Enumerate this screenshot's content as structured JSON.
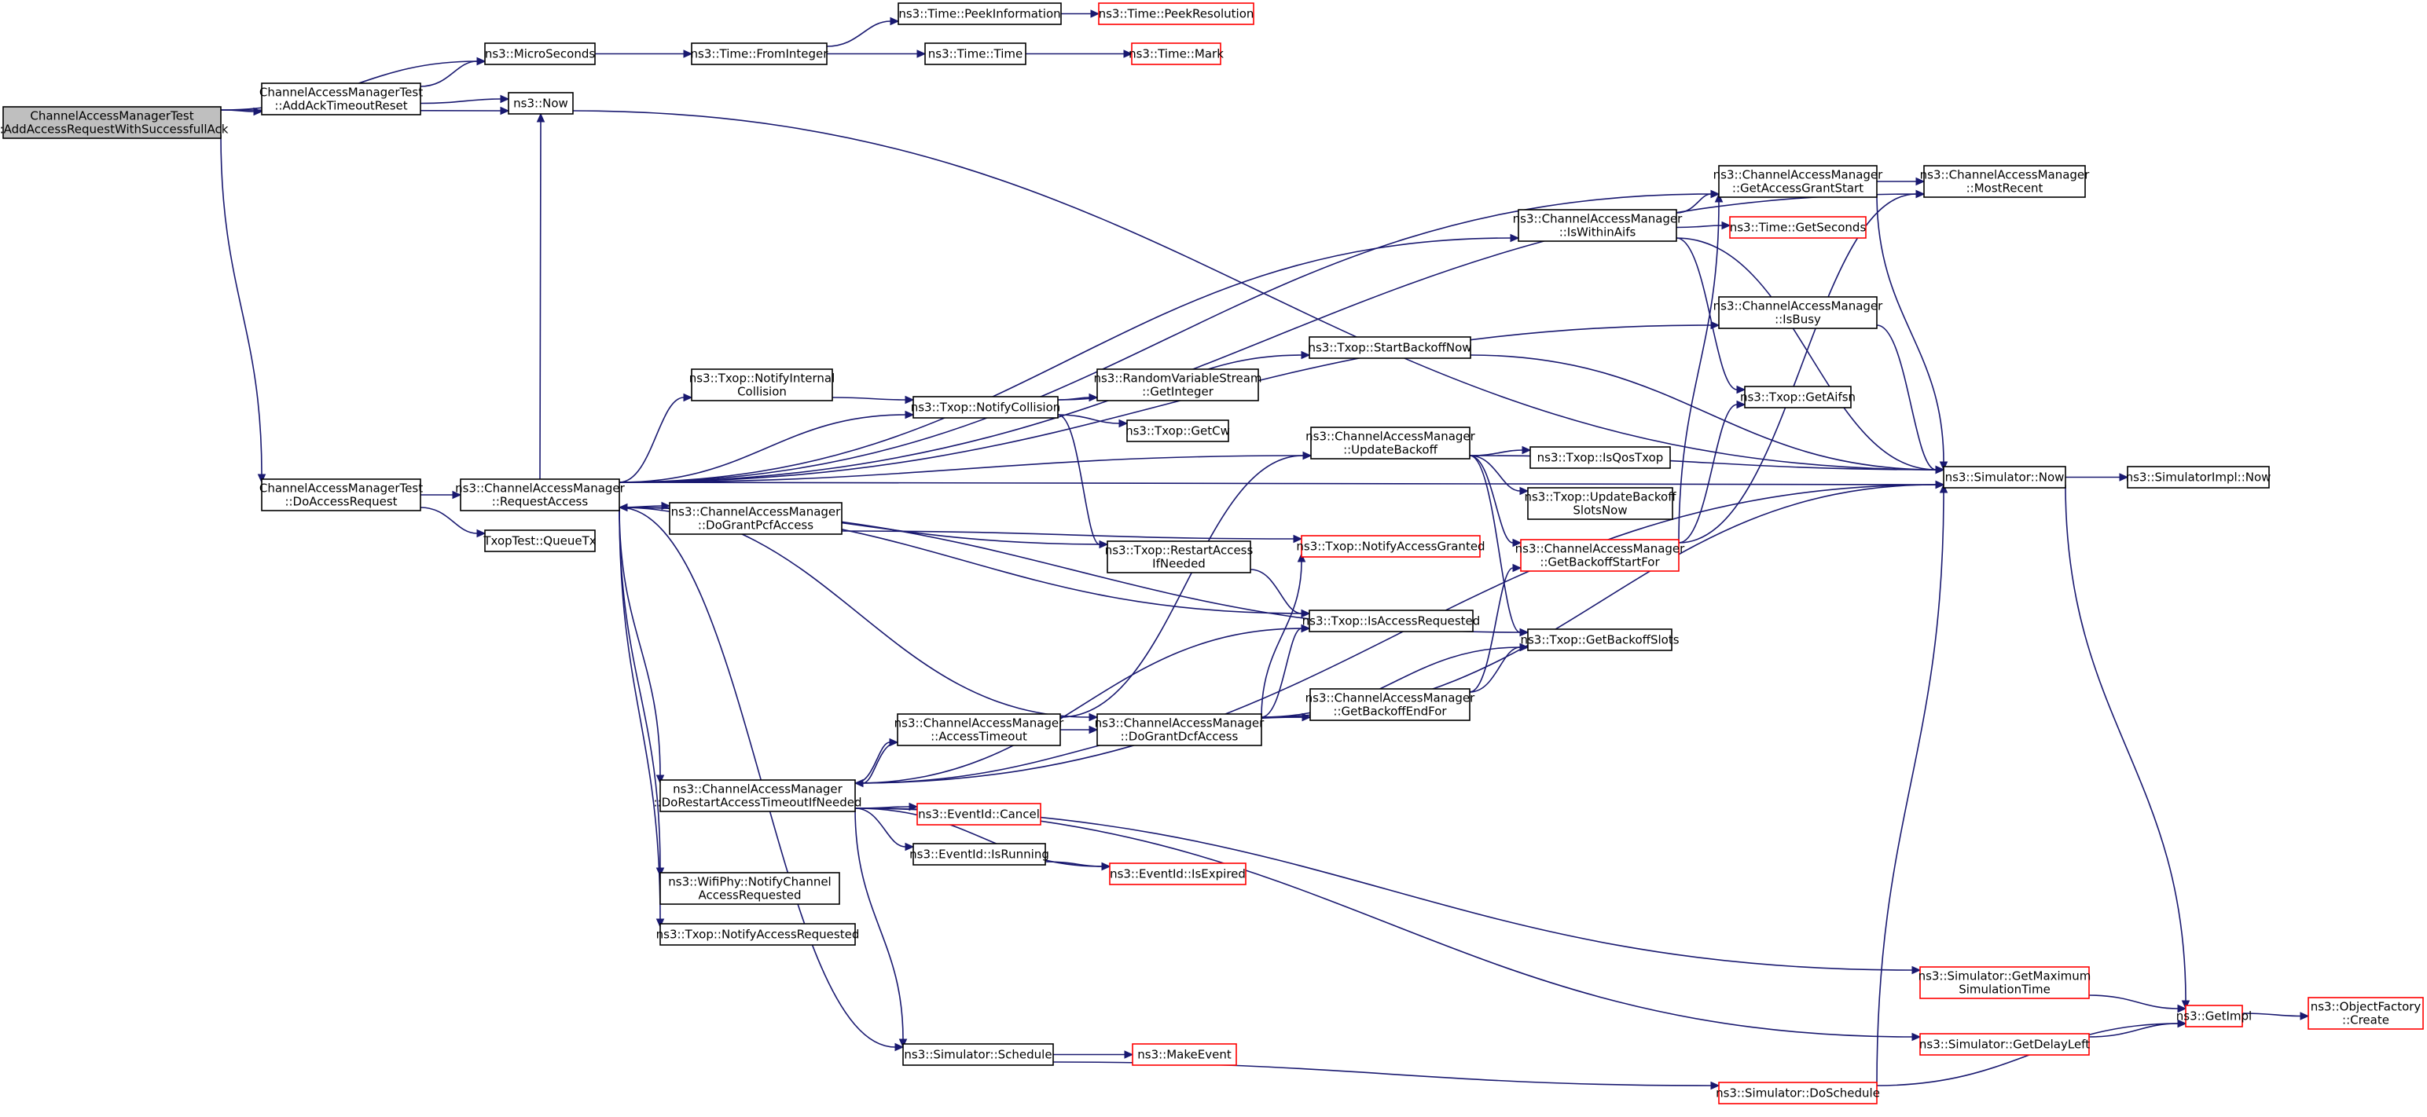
{
  "graph": {
    "root": "root",
    "nodes": [
      {
        "id": "root",
        "lines": [
          "ChannelAccessManagerTest",
          "::AddAccessRequestWithSuccessfullAck"
        ],
        "style": "root"
      },
      {
        "id": "addAck",
        "lines": [
          "ChannelAccessManagerTest",
          "::AddAckTimeoutReset"
        ],
        "style": "normal"
      },
      {
        "id": "doAccess",
        "lines": [
          "ChannelAccessManagerTest",
          "::DoAccessRequest"
        ],
        "style": "normal"
      },
      {
        "id": "micro",
        "lines": [
          "ns3::MicroSeconds"
        ],
        "style": "normal"
      },
      {
        "id": "now",
        "lines": [
          "ns3::Now"
        ],
        "style": "normal"
      },
      {
        "id": "fromInt",
        "lines": [
          "ns3::Time::FromInteger"
        ],
        "style": "normal"
      },
      {
        "id": "peekInfo",
        "lines": [
          "ns3::Time::PeekInformation"
        ],
        "style": "normal"
      },
      {
        "id": "peekRes",
        "lines": [
          "ns3::Time::PeekResolution"
        ],
        "style": "truncated"
      },
      {
        "id": "timeTime",
        "lines": [
          "ns3::Time::Time"
        ],
        "style": "normal"
      },
      {
        "id": "timeMark",
        "lines": [
          "ns3::Time::Mark"
        ],
        "style": "truncated"
      },
      {
        "id": "reqAccess",
        "lines": [
          "ns3::ChannelAccessManager",
          "::RequestAccess"
        ],
        "style": "normal"
      },
      {
        "id": "queueTx",
        "lines": [
          "TxopTest::QueueTx"
        ],
        "style": "normal"
      },
      {
        "id": "notifyIntColl",
        "lines": [
          "ns3::Txop::NotifyInternal",
          "Collision"
        ],
        "style": "normal"
      },
      {
        "id": "notifyColl",
        "lines": [
          "ns3::Txop::NotifyCollision"
        ],
        "style": "normal"
      },
      {
        "id": "randVar",
        "lines": [
          "ns3::RandomVariableStream",
          "::GetInteger"
        ],
        "style": "normal"
      },
      {
        "id": "getCw",
        "lines": [
          "ns3::Txop::GetCw"
        ],
        "style": "normal"
      },
      {
        "id": "startBackoff",
        "lines": [
          "ns3::Txop::StartBackoffNow"
        ],
        "style": "normal"
      },
      {
        "id": "doGrantPcf",
        "lines": [
          "ns3::ChannelAccessManager",
          "::DoGrantPcfAccess"
        ],
        "style": "normal"
      },
      {
        "id": "restartAccess",
        "lines": [
          "ns3::Txop::RestartAccess",
          "IfNeeded"
        ],
        "style": "normal"
      },
      {
        "id": "updateBackoff",
        "lines": [
          "ns3::ChannelAccessManager",
          "::UpdateBackoff"
        ],
        "style": "normal"
      },
      {
        "id": "isQos",
        "lines": [
          "ns3::Txop::IsQosTxop"
        ],
        "style": "normal"
      },
      {
        "id": "updBackSlots",
        "lines": [
          "ns3::Txop::UpdateBackoff",
          "SlotsNow"
        ],
        "style": "normal"
      },
      {
        "id": "getBackStart",
        "lines": [
          "ns3::ChannelAccessManager",
          "::GetBackoffStartFor"
        ],
        "style": "truncated"
      },
      {
        "id": "notifyGranted",
        "lines": [
          "ns3::Txop::NotifyAccessGranted"
        ],
        "style": "truncated"
      },
      {
        "id": "isAccReq",
        "lines": [
          "ns3::Txop::IsAccessRequested"
        ],
        "style": "normal"
      },
      {
        "id": "getBackSlots",
        "lines": [
          "ns3::Txop::GetBackoffSlots"
        ],
        "style": "normal"
      },
      {
        "id": "getAGS",
        "lines": [
          "ns3::ChannelAccessManager",
          "::GetAccessGrantStart"
        ],
        "style": "normal"
      },
      {
        "id": "mostRecent",
        "lines": [
          "ns3::ChannelAccessManager",
          "::MostRecent"
        ],
        "style": "normal"
      },
      {
        "id": "isWithin",
        "lines": [
          "ns3::ChannelAccessManager",
          "::IsWithinAifs"
        ],
        "style": "normal"
      },
      {
        "id": "getSec",
        "lines": [
          "ns3::Time::GetSeconds"
        ],
        "style": "truncated"
      },
      {
        "id": "isBusy",
        "lines": [
          "ns3::ChannelAccessManager",
          "::IsBusy"
        ],
        "style": "normal"
      },
      {
        "id": "getAifsn",
        "lines": [
          "ns3::Txop::GetAifsn"
        ],
        "style": "normal"
      },
      {
        "id": "simNow",
        "lines": [
          "ns3::Simulator::Now"
        ],
        "style": "normal"
      },
      {
        "id": "simImplNow",
        "lines": [
          "ns3::SimulatorImpl::Now"
        ],
        "style": "normal"
      },
      {
        "id": "accTimeout",
        "lines": [
          "ns3::ChannelAccessManager",
          "::AccessTimeout"
        ],
        "style": "normal"
      },
      {
        "id": "doGrantDcf",
        "lines": [
          "ns3::ChannelAccessManager",
          "::DoGrantDcfAccess"
        ],
        "style": "normal"
      },
      {
        "id": "getBackEnd",
        "lines": [
          "ns3::ChannelAccessManager",
          "::GetBackoffEndFor"
        ],
        "style": "normal"
      },
      {
        "id": "doRestart",
        "lines": [
          "ns3::ChannelAccessManager",
          "::DoRestartAccessTimeoutIfNeeded"
        ],
        "style": "normal"
      },
      {
        "id": "evCancel",
        "lines": [
          "ns3::EventId::Cancel"
        ],
        "style": "truncated"
      },
      {
        "id": "evRunning",
        "lines": [
          "ns3::EventId::IsRunning"
        ],
        "style": "normal"
      },
      {
        "id": "evExpired",
        "lines": [
          "ns3::EventId::IsExpired"
        ],
        "style": "truncated"
      },
      {
        "id": "wifiPhy",
        "lines": [
          "ns3::WifiPhy::NotifyChannel",
          "AccessRequested"
        ],
        "style": "normal"
      },
      {
        "id": "txopNotifyReq",
        "lines": [
          "ns3::Txop::NotifyAccessRequested"
        ],
        "style": "normal"
      },
      {
        "id": "simSchedule",
        "lines": [
          "ns3::Simulator::Schedule"
        ],
        "style": "normal"
      },
      {
        "id": "makeEvent",
        "lines": [
          "ns3::MakeEvent"
        ],
        "style": "truncated"
      },
      {
        "id": "simMaxTime",
        "lines": [
          "ns3::Simulator::GetMaximum",
          "SimulationTime"
        ],
        "style": "truncated"
      },
      {
        "id": "simDelay",
        "lines": [
          "ns3::Simulator::GetDelayLeft"
        ],
        "style": "truncated"
      },
      {
        "id": "simDoSched",
        "lines": [
          "ns3::Simulator::DoSchedule"
        ],
        "style": "truncated"
      },
      {
        "id": "getImpl",
        "lines": [
          "ns3::GetImpl"
        ],
        "style": "truncated"
      },
      {
        "id": "objFactory",
        "lines": [
          "ns3::ObjectFactory",
          "::Create"
        ],
        "style": "truncated"
      }
    ],
    "edges": [
      [
        "root",
        "micro"
      ],
      [
        "root",
        "addAck"
      ],
      [
        "root",
        "now"
      ],
      [
        "root",
        "doAccess"
      ],
      [
        "addAck",
        "micro"
      ],
      [
        "addAck",
        "now"
      ],
      [
        "micro",
        "fromInt"
      ],
      [
        "fromInt",
        "peekInfo"
      ],
      [
        "fromInt",
        "timeTime"
      ],
      [
        "peekInfo",
        "peekRes"
      ],
      [
        "timeTime",
        "timeMark"
      ],
      [
        "now",
        "simNow"
      ],
      [
        "doAccess",
        "reqAccess"
      ],
      [
        "doAccess",
        "queueTx"
      ],
      [
        "reqAccess",
        "now"
      ],
      [
        "reqAccess",
        "mostRecent"
      ],
      [
        "reqAccess",
        "getAGS"
      ],
      [
        "reqAccess",
        "isWithin"
      ],
      [
        "reqAccess",
        "isBusy"
      ],
      [
        "reqAccess",
        "updateBackoff"
      ],
      [
        "reqAccess",
        "notifyIntColl"
      ],
      [
        "reqAccess",
        "notifyColl"
      ],
      [
        "reqAccess",
        "getBackSlots"
      ],
      [
        "reqAccess",
        "doGrantPcf"
      ],
      [
        "reqAccess",
        "isAccReq"
      ],
      [
        "reqAccess",
        "doGrantDcf"
      ],
      [
        "reqAccess",
        "doRestart"
      ],
      [
        "reqAccess",
        "wifiPhy"
      ],
      [
        "reqAccess",
        "txopNotifyReq"
      ],
      [
        "reqAccess",
        "simSchedule"
      ],
      [
        "reqAccess",
        "simNow"
      ],
      [
        "notifyIntColl",
        "notifyColl"
      ],
      [
        "notifyColl",
        "startBackoff"
      ],
      [
        "notifyColl",
        "randVar"
      ],
      [
        "notifyColl",
        "getCw"
      ],
      [
        "notifyColl",
        "restartAccess"
      ],
      [
        "startBackoff",
        "simNow"
      ],
      [
        "doGrantPcf",
        "notifyGranted"
      ],
      [
        "restartAccess",
        "reqAccess"
      ],
      [
        "restartAccess",
        "isAccReq"
      ],
      [
        "updateBackoff",
        "simNow"
      ],
      [
        "updateBackoff",
        "isQos"
      ],
      [
        "updateBackoff",
        "updBackSlots"
      ],
      [
        "updateBackoff",
        "getBackStart"
      ],
      [
        "updateBackoff",
        "getBackSlots"
      ],
      [
        "getBackStart",
        "getAGS"
      ],
      [
        "getBackStart",
        "getAifsn"
      ],
      [
        "getBackStart",
        "mostRecent"
      ],
      [
        "getAGS",
        "mostRecent"
      ],
      [
        "getAGS",
        "simNow"
      ],
      [
        "isWithin",
        "getSec"
      ],
      [
        "isWithin",
        "getAifsn"
      ],
      [
        "isWithin",
        "simNow"
      ],
      [
        "isWithin",
        "getAGS"
      ],
      [
        "isBusy",
        "simNow"
      ],
      [
        "simNow",
        "simImplNow"
      ],
      [
        "simNow",
        "getImpl"
      ],
      [
        "accTimeout",
        "doGrantDcf"
      ],
      [
        "accTimeout",
        "doRestart"
      ],
      [
        "accTimeout",
        "updateBackoff"
      ],
      [
        "doGrantDcf",
        "isAccReq"
      ],
      [
        "doGrantDcf",
        "notifyGranted"
      ],
      [
        "doGrantDcf",
        "getBackEnd"
      ],
      [
        "doGrantDcf",
        "getBackSlots"
      ],
      [
        "doGrantDcf",
        "simNow"
      ],
      [
        "getBackEnd",
        "getBackStart"
      ],
      [
        "getBackEnd",
        "getBackSlots"
      ],
      [
        "doRestart",
        "accTimeout"
      ],
      [
        "doRestart",
        "isAccReq"
      ],
      [
        "doRestart",
        "getBackEnd"
      ],
      [
        "doRestart",
        "evCancel"
      ],
      [
        "doRestart",
        "evRunning"
      ],
      [
        "doRestart",
        "evExpired"
      ],
      [
        "doRestart",
        "simNow"
      ],
      [
        "doRestart",
        "simMaxTime"
      ],
      [
        "doRestart",
        "simDelay"
      ],
      [
        "doRestart",
        "simSchedule"
      ],
      [
        "evRunning",
        "evExpired"
      ],
      [
        "simSchedule",
        "makeEvent"
      ],
      [
        "simSchedule",
        "simDoSched"
      ],
      [
        "simMaxTime",
        "getImpl"
      ],
      [
        "simDelay",
        "getImpl"
      ],
      [
        "simDoSched",
        "simNow"
      ],
      [
        "simDoSched",
        "getImpl"
      ],
      [
        "getImpl",
        "objFactory"
      ]
    ]
  }
}
